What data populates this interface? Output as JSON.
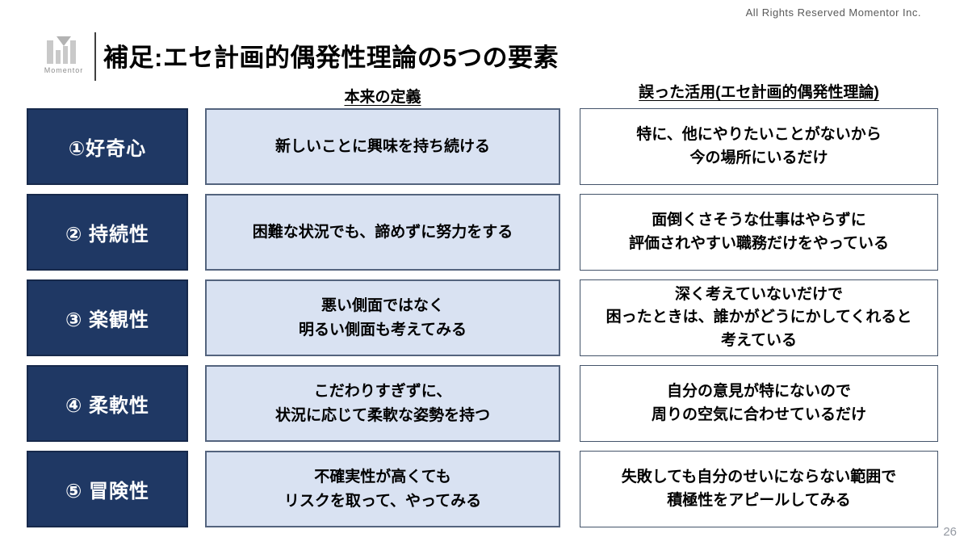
{
  "meta": {
    "copyright": "All Rights Reserved Momentor Inc.",
    "logo_text": "Momentor",
    "page_number": "26"
  },
  "header": {
    "title": "補足:エセ計画的偶発性理論の5つの要素"
  },
  "columns": {
    "definition_header": "本来の定義",
    "misuse_header": "誤った活用(エセ計画的偶発性理論)"
  },
  "colors": {
    "label_box_fill": "#1F3864",
    "definition_box_fill": "#D9E2F2",
    "box_border": "#44546A",
    "title_text": "#000000",
    "muted_gray": "#595959"
  },
  "rows": [
    {
      "label": "①好奇心",
      "definition": "新しいことに興味を持ち続ける",
      "misuse": "特に、他にやりたいことがないから\n今の場所にいるだけ"
    },
    {
      "label": "② 持続性",
      "definition": "困難な状況でも、諦めずに努力をする",
      "misuse": "面倒くさそうな仕事はやらずに\n評価されやすい職務だけをやっている"
    },
    {
      "label": "③ 楽観性",
      "definition": "悪い側面ではなく\n明るい側面も考えてみる",
      "misuse": "深く考えていないだけで\n困ったときは、誰かがどうにかしてくれると\n考えている"
    },
    {
      "label": "④ 柔軟性",
      "definition": "こだわりすぎずに、\n状況に応じて柔軟な姿勢を持つ",
      "misuse": "自分の意見が特にないので\n周りの空気に合わせているだけ"
    },
    {
      "label": "⑤ 冒険性",
      "definition": "不確実性が高くても\nリスクを取って、やってみる",
      "misuse": "失敗しても自分のせいにならない範囲で\n積極性をアピールしてみる"
    }
  ]
}
